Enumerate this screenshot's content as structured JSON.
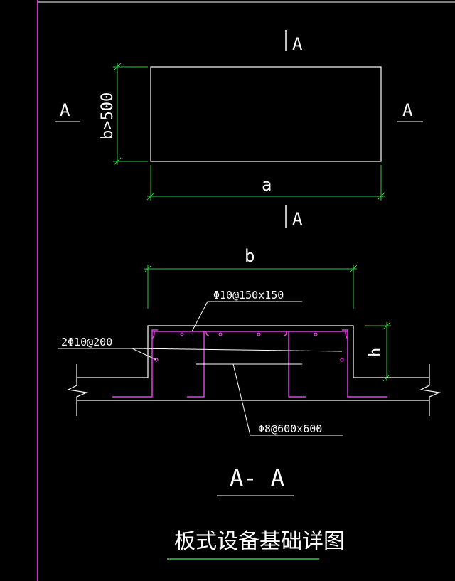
{
  "colors": {
    "background": "#000000",
    "line": "#ffffff",
    "dimension": "#2ecc40",
    "rebar": "#e040e0",
    "border": "#c040c0"
  },
  "plan": {
    "section_mark_top": "A",
    "section_mark_bottom": "A",
    "section_mark_left": "A",
    "section_mark_right": "A",
    "dim_width": "a",
    "dim_depth": "b>500"
  },
  "section": {
    "dim_width": "b",
    "dim_height": "h",
    "label_top_rebar": "Φ10@150x150",
    "label_side_rebar": "2Φ10@200",
    "label_anchor_rebar": "Φ8@600x600",
    "section_title": "A- A"
  },
  "drawing_title": "板式设备基础详图"
}
